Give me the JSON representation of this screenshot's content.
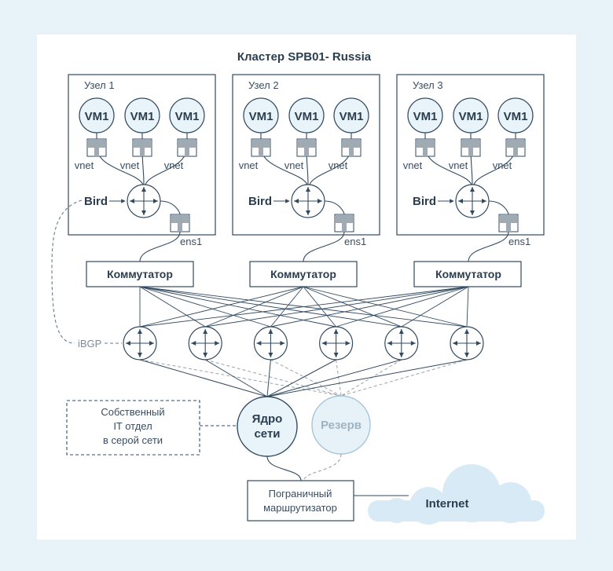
{
  "cluster_title": "Кластер SPB01- Russia",
  "nodes": [
    {
      "label": "Узел 1",
      "vms": [
        "VM1",
        "VM1",
        "VM1"
      ],
      "vnet": [
        "vnet",
        "vnet",
        "vnet"
      ],
      "bird": "Bird",
      "uplink": "ens1"
    },
    {
      "label": "Узел 2",
      "vms": [
        "VM1",
        "VM1",
        "VM1"
      ],
      "vnet": [
        "vnet",
        "vnet",
        "vnet"
      ],
      "bird": "Bird",
      "uplink": "ens1"
    },
    {
      "label": "Узел 3",
      "vms": [
        "VM1",
        "VM1",
        "VM1"
      ],
      "vnet": [
        "vnet",
        "vnet",
        "vnet"
      ],
      "bird": "Bird",
      "uplink": "ens1"
    }
  ],
  "switches": [
    "Коммутатор",
    "Коммутатор",
    "Коммутатор"
  ],
  "ibgp_label": "iBGP",
  "spine_router_count": 6,
  "core": {
    "line1": "Ядро",
    "line2": "сети"
  },
  "reserve": "Резерв",
  "it_department": {
    "line1": "Собственный",
    "line2": "IT отдел",
    "line3": "в серой сети"
  },
  "border_router": {
    "line1": "Пограничный",
    "line2": "маршрутизатор"
  },
  "internet": "Internet",
  "colors": {
    "page_background": "#e8f3f9",
    "panel_background": "#ffffff",
    "line": "#324a60",
    "vm_fill": "#e9f4fa",
    "port_fill": "#a0aab3",
    "reserve_fill": "#e6f1f8",
    "reserve_stroke": "#a8c6d8",
    "cloud": "#d7eaf5",
    "dashed": "#9aa3ab"
  }
}
